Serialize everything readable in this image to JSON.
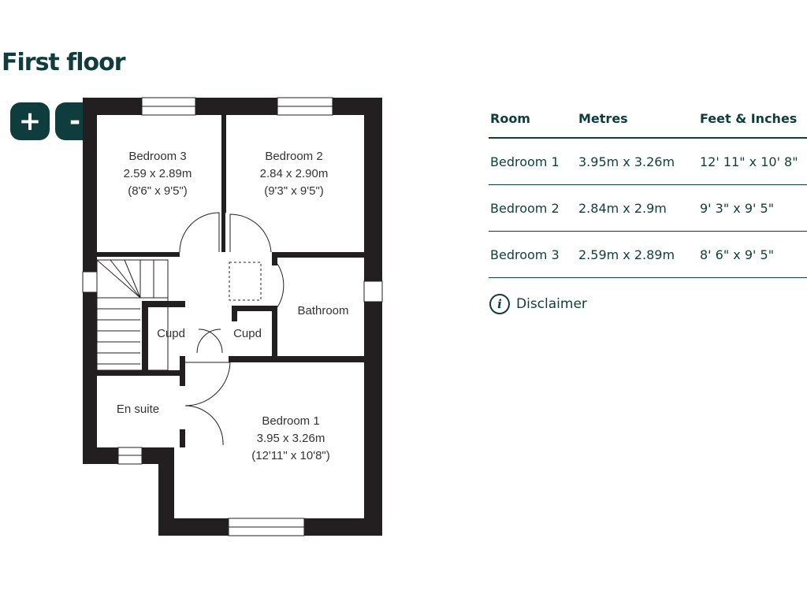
{
  "floor_title": "First floor",
  "zoom": {
    "in_label": "+",
    "out_label": "-"
  },
  "plan_labels": {
    "bedroom3": {
      "name": "Bedroom 3",
      "metric": "2.59 x 2.89m",
      "imperial": "(8'6\" x 9'5\")"
    },
    "bedroom2": {
      "name": "Bedroom 2",
      "metric": "2.84 x 2.90m",
      "imperial": "(9'3\" x 9'5\")"
    },
    "bedroom1": {
      "name": "Bedroom 1",
      "metric": "3.95 x 3.26m",
      "imperial": "(12'11\" x 10'8\")"
    },
    "bathroom": "Bathroom",
    "cupd_left": "Cupd",
    "cupd_right": "Cupd",
    "ensuite": "En suite"
  },
  "table": {
    "headers": [
      "Room",
      "Metres",
      "Feet & Inches"
    ],
    "rows": [
      [
        "Bedroom 1",
        "3.95m x 3.26m",
        "12' 11\" x 10' 8\""
      ],
      [
        "Bedroom 2",
        "2.84m x 2.9m",
        "9' 3\" x 9' 5\""
      ],
      [
        "Bedroom 3",
        "2.59m x 2.89m",
        "8' 6\" x 9' 5\""
      ]
    ]
  },
  "disclaimer": {
    "icon": "info-icon",
    "label": "Disclaimer"
  },
  "colors": {
    "brand": "#0f3d3e",
    "wall": "#231f20"
  }
}
